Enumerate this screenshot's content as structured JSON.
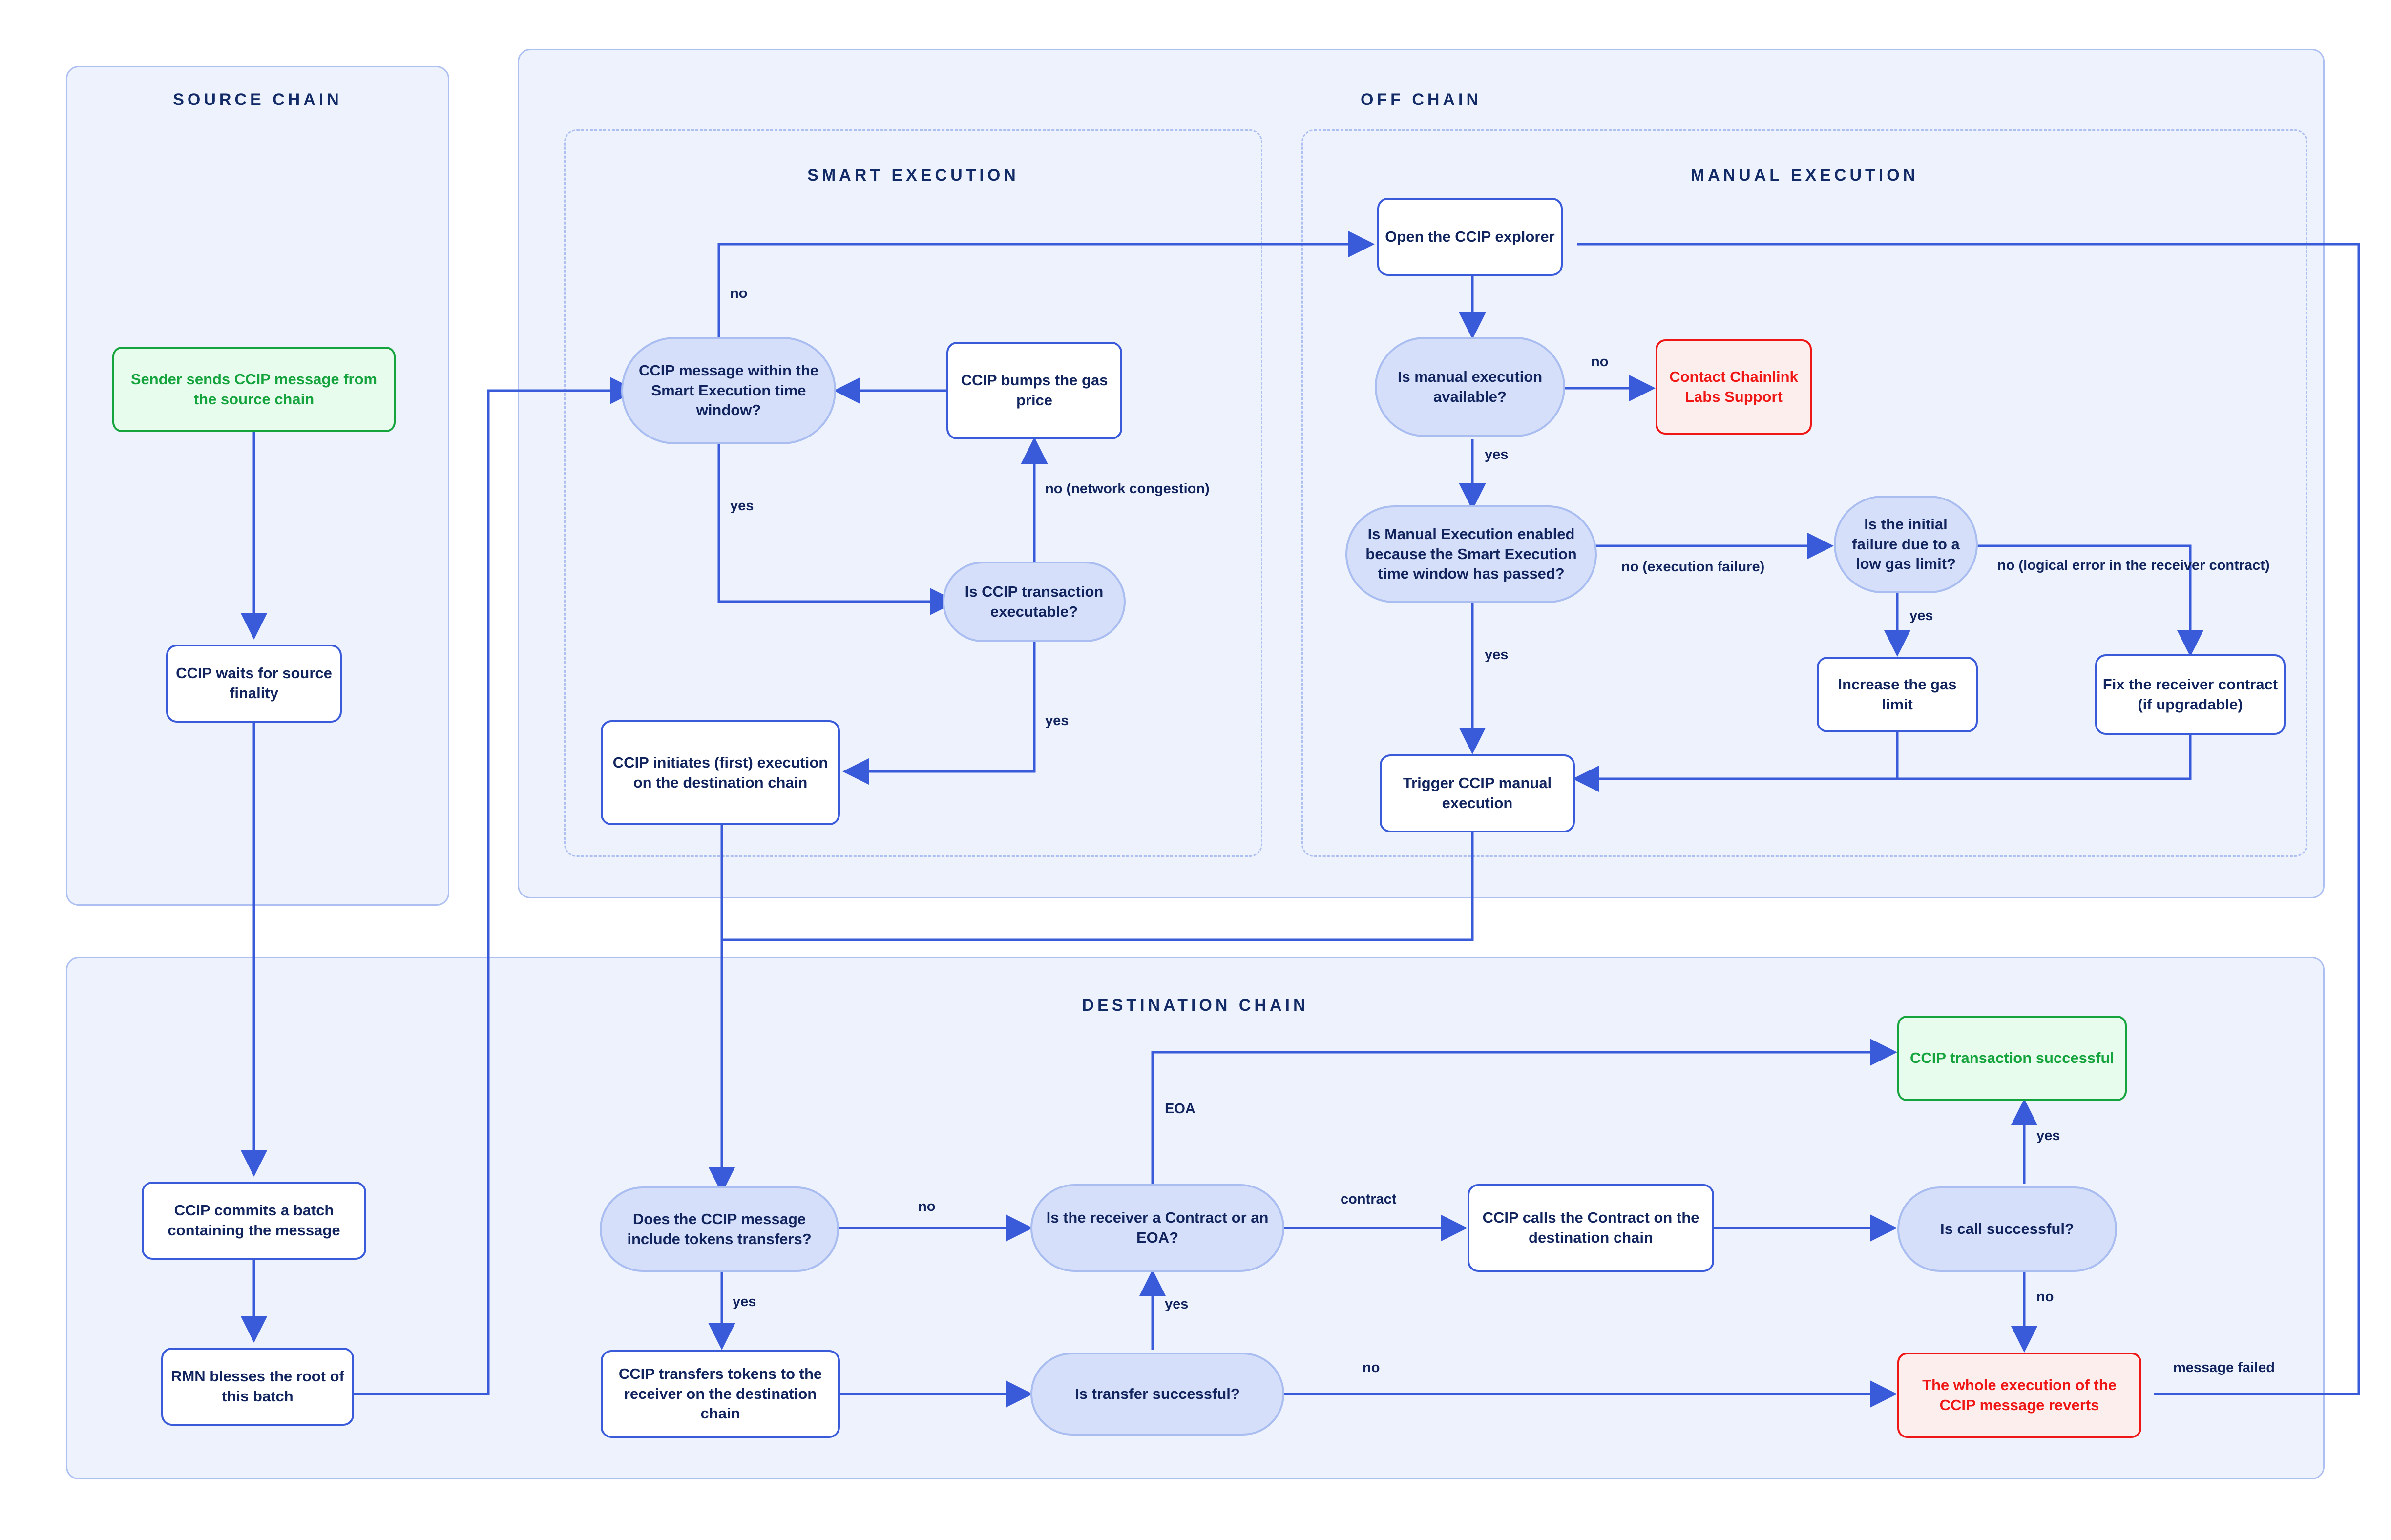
{
  "panels": {
    "source_chain": {
      "title": "SOURCE CHAIN"
    },
    "off_chain": {
      "title": "OFF CHAIN"
    },
    "smart_execution": {
      "title": "SMART EXECUTION"
    },
    "manual_execution": {
      "title": "MANUAL EXECUTION"
    },
    "destination_chain": {
      "title": "DESTINATION CHAIN"
    }
  },
  "nodes": {
    "sender_sends": "Sender sends CCIP message from the source chain",
    "waits_finality": "CCIP waits for source finality",
    "commits_batch": "CCIP commits a batch containing the message",
    "rmn_blesses": "RMN blesses the root of this batch",
    "msg_within_window": "CCIP message within the Smart Execution time window?",
    "bumps_gas": "CCIP bumps the gas price",
    "tx_executable": "Is CCIP transaction executable?",
    "initiates_exec": "CCIP initiates (first) execution on the destination chain",
    "open_explorer": "Open the CCIP explorer",
    "manual_available": "Is manual execution available?",
    "contact_support": "Contact Chainlink Labs Support",
    "manual_enabled": "Is Manual Execution enabled because the Smart Execution time window has passed?",
    "initial_failure": "Is the initial failure due to a low gas limit?",
    "increase_gas": "Increase the gas limit",
    "fix_receiver": "Fix the receiver contract (if upgradable)",
    "trigger_manual": "Trigger CCIP manual execution",
    "includes_tokens": "Does the CCIP message include tokens transfers?",
    "transfers_tokens": "CCIP transfers tokens to the receiver on the destination chain",
    "transfer_successful": "Is transfer successful?",
    "receiver_type": "Is the receiver a Contract or an EOA?",
    "calls_contract": "CCIP calls the Contract on the destination chain",
    "call_successful": "Is call successful?",
    "tx_successful": "CCIP transaction successful",
    "execution_reverts": "The whole execution of the CCIP message reverts"
  },
  "edge_labels": {
    "no_window": "no",
    "yes_window": "yes",
    "no_congestion": "no (network congestion)",
    "yes_executable": "yes",
    "no_manual": "no",
    "yes_manual": "yes",
    "no_execution_failure": "no (execution failure)",
    "yes_manual_enabled": "yes",
    "yes_gas_limit": "yes",
    "no_logical_error": "no (logical error in the receiver contract)",
    "no_tokens": "no",
    "yes_tokens": "yes",
    "yes_transfer": "yes",
    "no_transfer": "no",
    "eoa": "EOA",
    "contract": "contract",
    "yes_call": "yes",
    "no_call": "no",
    "message_failed": "message failed"
  },
  "colors": {
    "panel_bg": "#eef2fd",
    "panel_border": "#aec0f2",
    "wire": "#3a5bd9",
    "process_border": "#3a5bd9",
    "decision_fill": "#d6dffa",
    "decision_border": "#a9bdf0",
    "text_navy": "#11245e",
    "success_green": "#14a33c",
    "error_red": "#ef1616"
  }
}
